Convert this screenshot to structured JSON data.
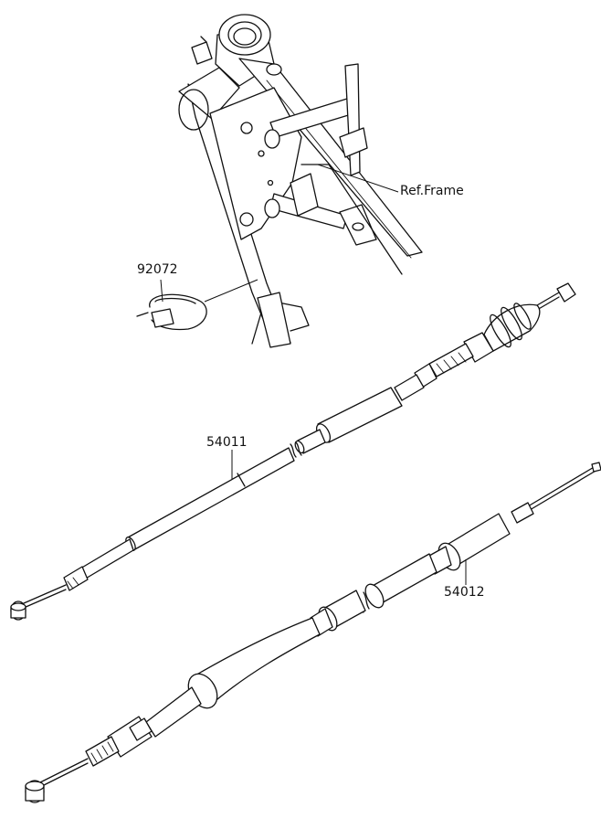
{
  "labels": {
    "frame_ref": "Ref.Frame",
    "band": "92072",
    "cable_upper": "54011",
    "cable_lower": "54012"
  },
  "colors": {
    "line": "#111111",
    "background": "#ffffff"
  }
}
